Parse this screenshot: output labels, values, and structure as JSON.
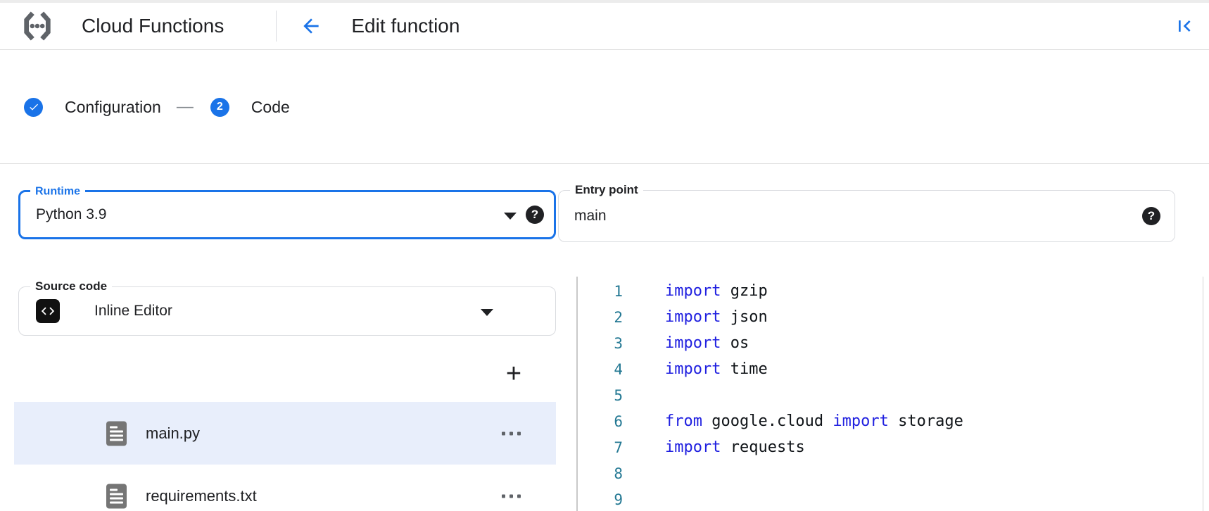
{
  "header": {
    "product_name": "Cloud Functions",
    "page_title": "Edit function",
    "icons": {
      "logo": "cloud-functions-logo",
      "back": "arrow-back-icon",
      "collapse": "collapse-panel-icon"
    }
  },
  "stepper": {
    "separator": "—",
    "steps": [
      {
        "label": "Configuration",
        "state": "complete",
        "indicator": "check"
      },
      {
        "label": "Code",
        "state": "current",
        "indicator": "2"
      }
    ]
  },
  "form": {
    "runtime": {
      "label": "Runtime",
      "value": "Python 3.9",
      "help": "?",
      "focused": true
    },
    "entry_point": {
      "label": "Entry point",
      "value": "main",
      "help": "?"
    },
    "source_code": {
      "label": "Source code",
      "value": "Inline Editor",
      "icon": "code-icon"
    }
  },
  "file_explorer": {
    "add_file_label": "+",
    "files": [
      {
        "name": "main.py",
        "selected": true,
        "menu": "more-options"
      },
      {
        "name": "requirements.txt",
        "selected": false,
        "menu": "more-options"
      }
    ]
  },
  "editor": {
    "language": "python",
    "lines": [
      {
        "number": "1",
        "tokens": [
          {
            "t": "import",
            "k": true
          },
          {
            "t": " gzip"
          }
        ]
      },
      {
        "number": "2",
        "tokens": [
          {
            "t": "import",
            "k": true
          },
          {
            "t": " json"
          }
        ]
      },
      {
        "number": "3",
        "tokens": [
          {
            "t": "import",
            "k": true
          },
          {
            "t": " os"
          }
        ]
      },
      {
        "number": "4",
        "tokens": [
          {
            "t": "import",
            "k": true
          },
          {
            "t": " time"
          }
        ]
      },
      {
        "number": "5",
        "tokens": []
      },
      {
        "number": "6",
        "tokens": [
          {
            "t": "from",
            "k": true
          },
          {
            "t": " google.cloud "
          },
          {
            "t": "import",
            "k": true
          },
          {
            "t": " storage"
          }
        ]
      },
      {
        "number": "7",
        "tokens": [
          {
            "t": "import",
            "k": true
          },
          {
            "t": " requests"
          }
        ]
      },
      {
        "number": "8",
        "tokens": []
      },
      {
        "number": "9",
        "tokens": []
      }
    ]
  },
  "colors": {
    "accent_blue": "#1a73e8",
    "keyword_blue": "#2020e0",
    "line_number_teal": "#237893",
    "selected_row_bg": "#e8eefb",
    "text_primary": "#202124",
    "field_border": "#dadce0"
  }
}
